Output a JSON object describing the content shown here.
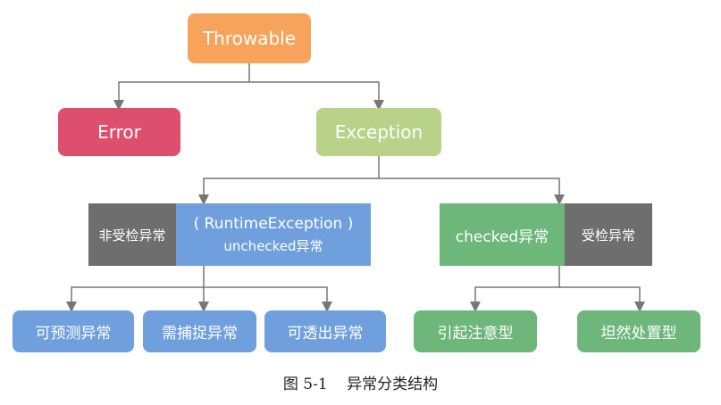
{
  "nodes": {
    "throwable": "Throwable",
    "error": "Error",
    "exception": "Exception",
    "unchecked_tag": "非受检异常",
    "runtime_line1": "( RuntimeException )",
    "runtime_line2": "unchecked异常",
    "checked_label": "checked异常",
    "checked_tag": "受检异常",
    "leaf_predictable": "可预测异常",
    "leaf_must_catch": "需捕捉异常",
    "leaf_passthrough": "可透出异常",
    "leaf_attention": "引起注意型",
    "leaf_calm": "坦然处置型"
  },
  "caption": {
    "figure_no": "图 5-1",
    "text": "异常分类结构"
  },
  "colors": {
    "throwable": "#F7A35C",
    "error": "#DE4F6E",
    "exception": "#B8D28A",
    "runtime": "#6F9FDD",
    "dark_tag": "#6E6E6E",
    "checked": "#6DB77A",
    "leaf_blue": "#6F9FDD",
    "leaf_green": "#6DB77A",
    "arrow": "#777777"
  }
}
